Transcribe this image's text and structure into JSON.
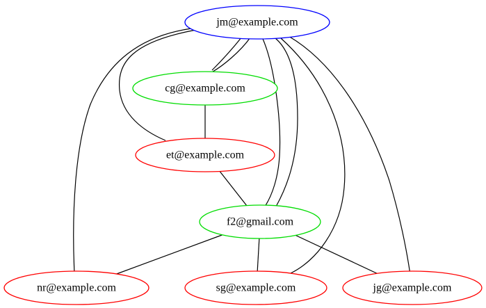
{
  "graph": {
    "nodes": [
      {
        "id": "jm",
        "label": "jm@example.com",
        "color": "#0000ff"
      },
      {
        "id": "cg",
        "label": "cg@example.com",
        "color": "#00dd00"
      },
      {
        "id": "et",
        "label": "et@example.com",
        "color": "#ff0000"
      },
      {
        "id": "f2",
        "label": "f2@gmail.com",
        "color": "#00dd00"
      },
      {
        "id": "nr",
        "label": "nr@example.com",
        "color": "#ff0000"
      },
      {
        "id": "sg",
        "label": "sg@example.com",
        "color": "#ff0000"
      },
      {
        "id": "jg",
        "label": "jg@example.com",
        "color": "#ff0000"
      }
    ],
    "edges": [
      {
        "from": "jm",
        "to": "cg"
      },
      {
        "from": "jm",
        "to": "cg"
      },
      {
        "from": "jm",
        "to": "et"
      },
      {
        "from": "jm",
        "to": "f2"
      },
      {
        "from": "jm",
        "to": "f2"
      },
      {
        "from": "jm",
        "to": "nr"
      },
      {
        "from": "jm",
        "to": "sg"
      },
      {
        "from": "jm",
        "to": "jg"
      },
      {
        "from": "cg",
        "to": "et"
      },
      {
        "from": "et",
        "to": "f2"
      },
      {
        "from": "f2",
        "to": "nr"
      },
      {
        "from": "f2",
        "to": "sg"
      },
      {
        "from": "f2",
        "to": "jg"
      }
    ]
  }
}
